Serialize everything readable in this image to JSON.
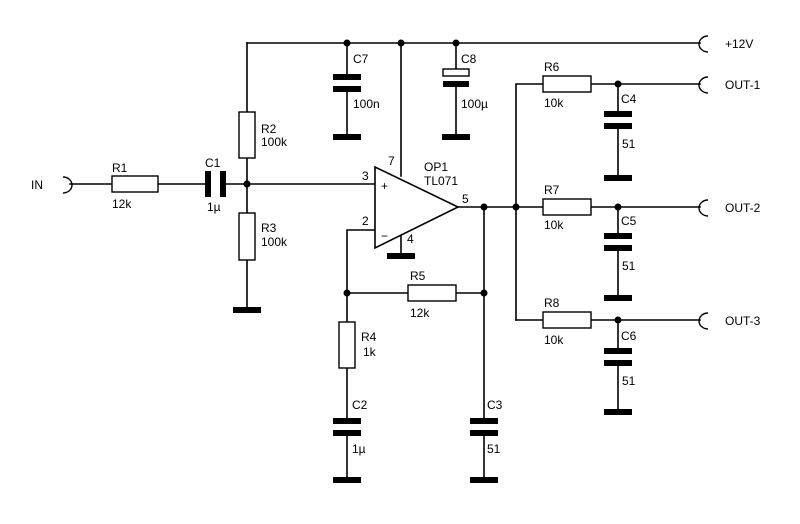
{
  "ports": {
    "in": "IN",
    "vcc": "+12V",
    "out1": "OUT-1",
    "out2": "OUT-2",
    "out3": "OUT-3"
  },
  "opamp": {
    "name": "OP1",
    "value": "TL071",
    "plus": "+",
    "minus": "−",
    "pin2": "2",
    "pin3": "3",
    "pin4": "4",
    "pin5": "5",
    "pin7": "7"
  },
  "components": {
    "r1": {
      "name": "R1",
      "value": "12k"
    },
    "r2": {
      "name": "R2",
      "value": "100k"
    },
    "r3": {
      "name": "R3",
      "value": "100k"
    },
    "r4": {
      "name": "R4",
      "value": "1k"
    },
    "r5": {
      "name": "R5",
      "value": "12k"
    },
    "r6": {
      "name": "R6",
      "value": "10k"
    },
    "r7": {
      "name": "R7",
      "value": "10k"
    },
    "r8": {
      "name": "R8",
      "value": "10k"
    },
    "c1": {
      "name": "C1",
      "value": "1µ"
    },
    "c2": {
      "name": "C2",
      "value": "1µ"
    },
    "c3": {
      "name": "C3",
      "value": "51"
    },
    "c4": {
      "name": "C4",
      "value": "51"
    },
    "c5": {
      "name": "C5",
      "value": "51"
    },
    "c6": {
      "name": "C6",
      "value": "51"
    },
    "c7": {
      "name": "C7",
      "value": "100n"
    },
    "c8": {
      "name": "C8",
      "value": "100µ"
    }
  }
}
